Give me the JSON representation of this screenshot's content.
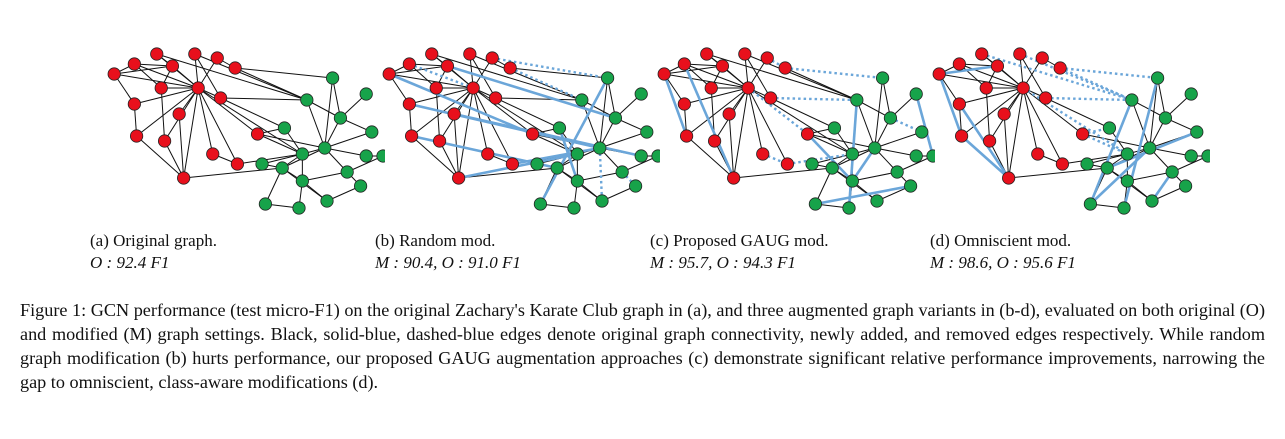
{
  "panels": [
    {
      "id": "a",
      "subcaption": "(a) Original graph.",
      "metric": "O : 92.4 F1"
    },
    {
      "id": "b",
      "subcaption": "(b) Random mod.",
      "metric": "M : 90.4, O : 91.0 F1"
    },
    {
      "id": "c",
      "subcaption": "(c) Proposed GAUG mod.",
      "metric": "M : 95.7, O : 94.3 F1"
    },
    {
      "id": "d",
      "subcaption": "(d) Omniscient mod.",
      "metric": "M : 98.6, O : 95.6 F1"
    }
  ],
  "caption": "Figure 1: GCN performance (test micro-F1) on the original Zachary's Karate Club graph in (a), and three augmented graph variants in (b-d), evaluated on both original (O) and modified (M) graph settings. Black, solid-blue, dashed-blue edges denote original graph connectivity, newly added, and removed edges respectively. While random graph modification (b) hurts performance, our proposed GAUG augmentation approaches (c) demonstrate significant relative performance improvements, narrowing the gap to omniscient, class-aware modifications (d).",
  "colors": {
    "red": "#e8101c",
    "green": "#17a34a",
    "blue": "#6ba6d9",
    "edge": "#111111"
  }
}
